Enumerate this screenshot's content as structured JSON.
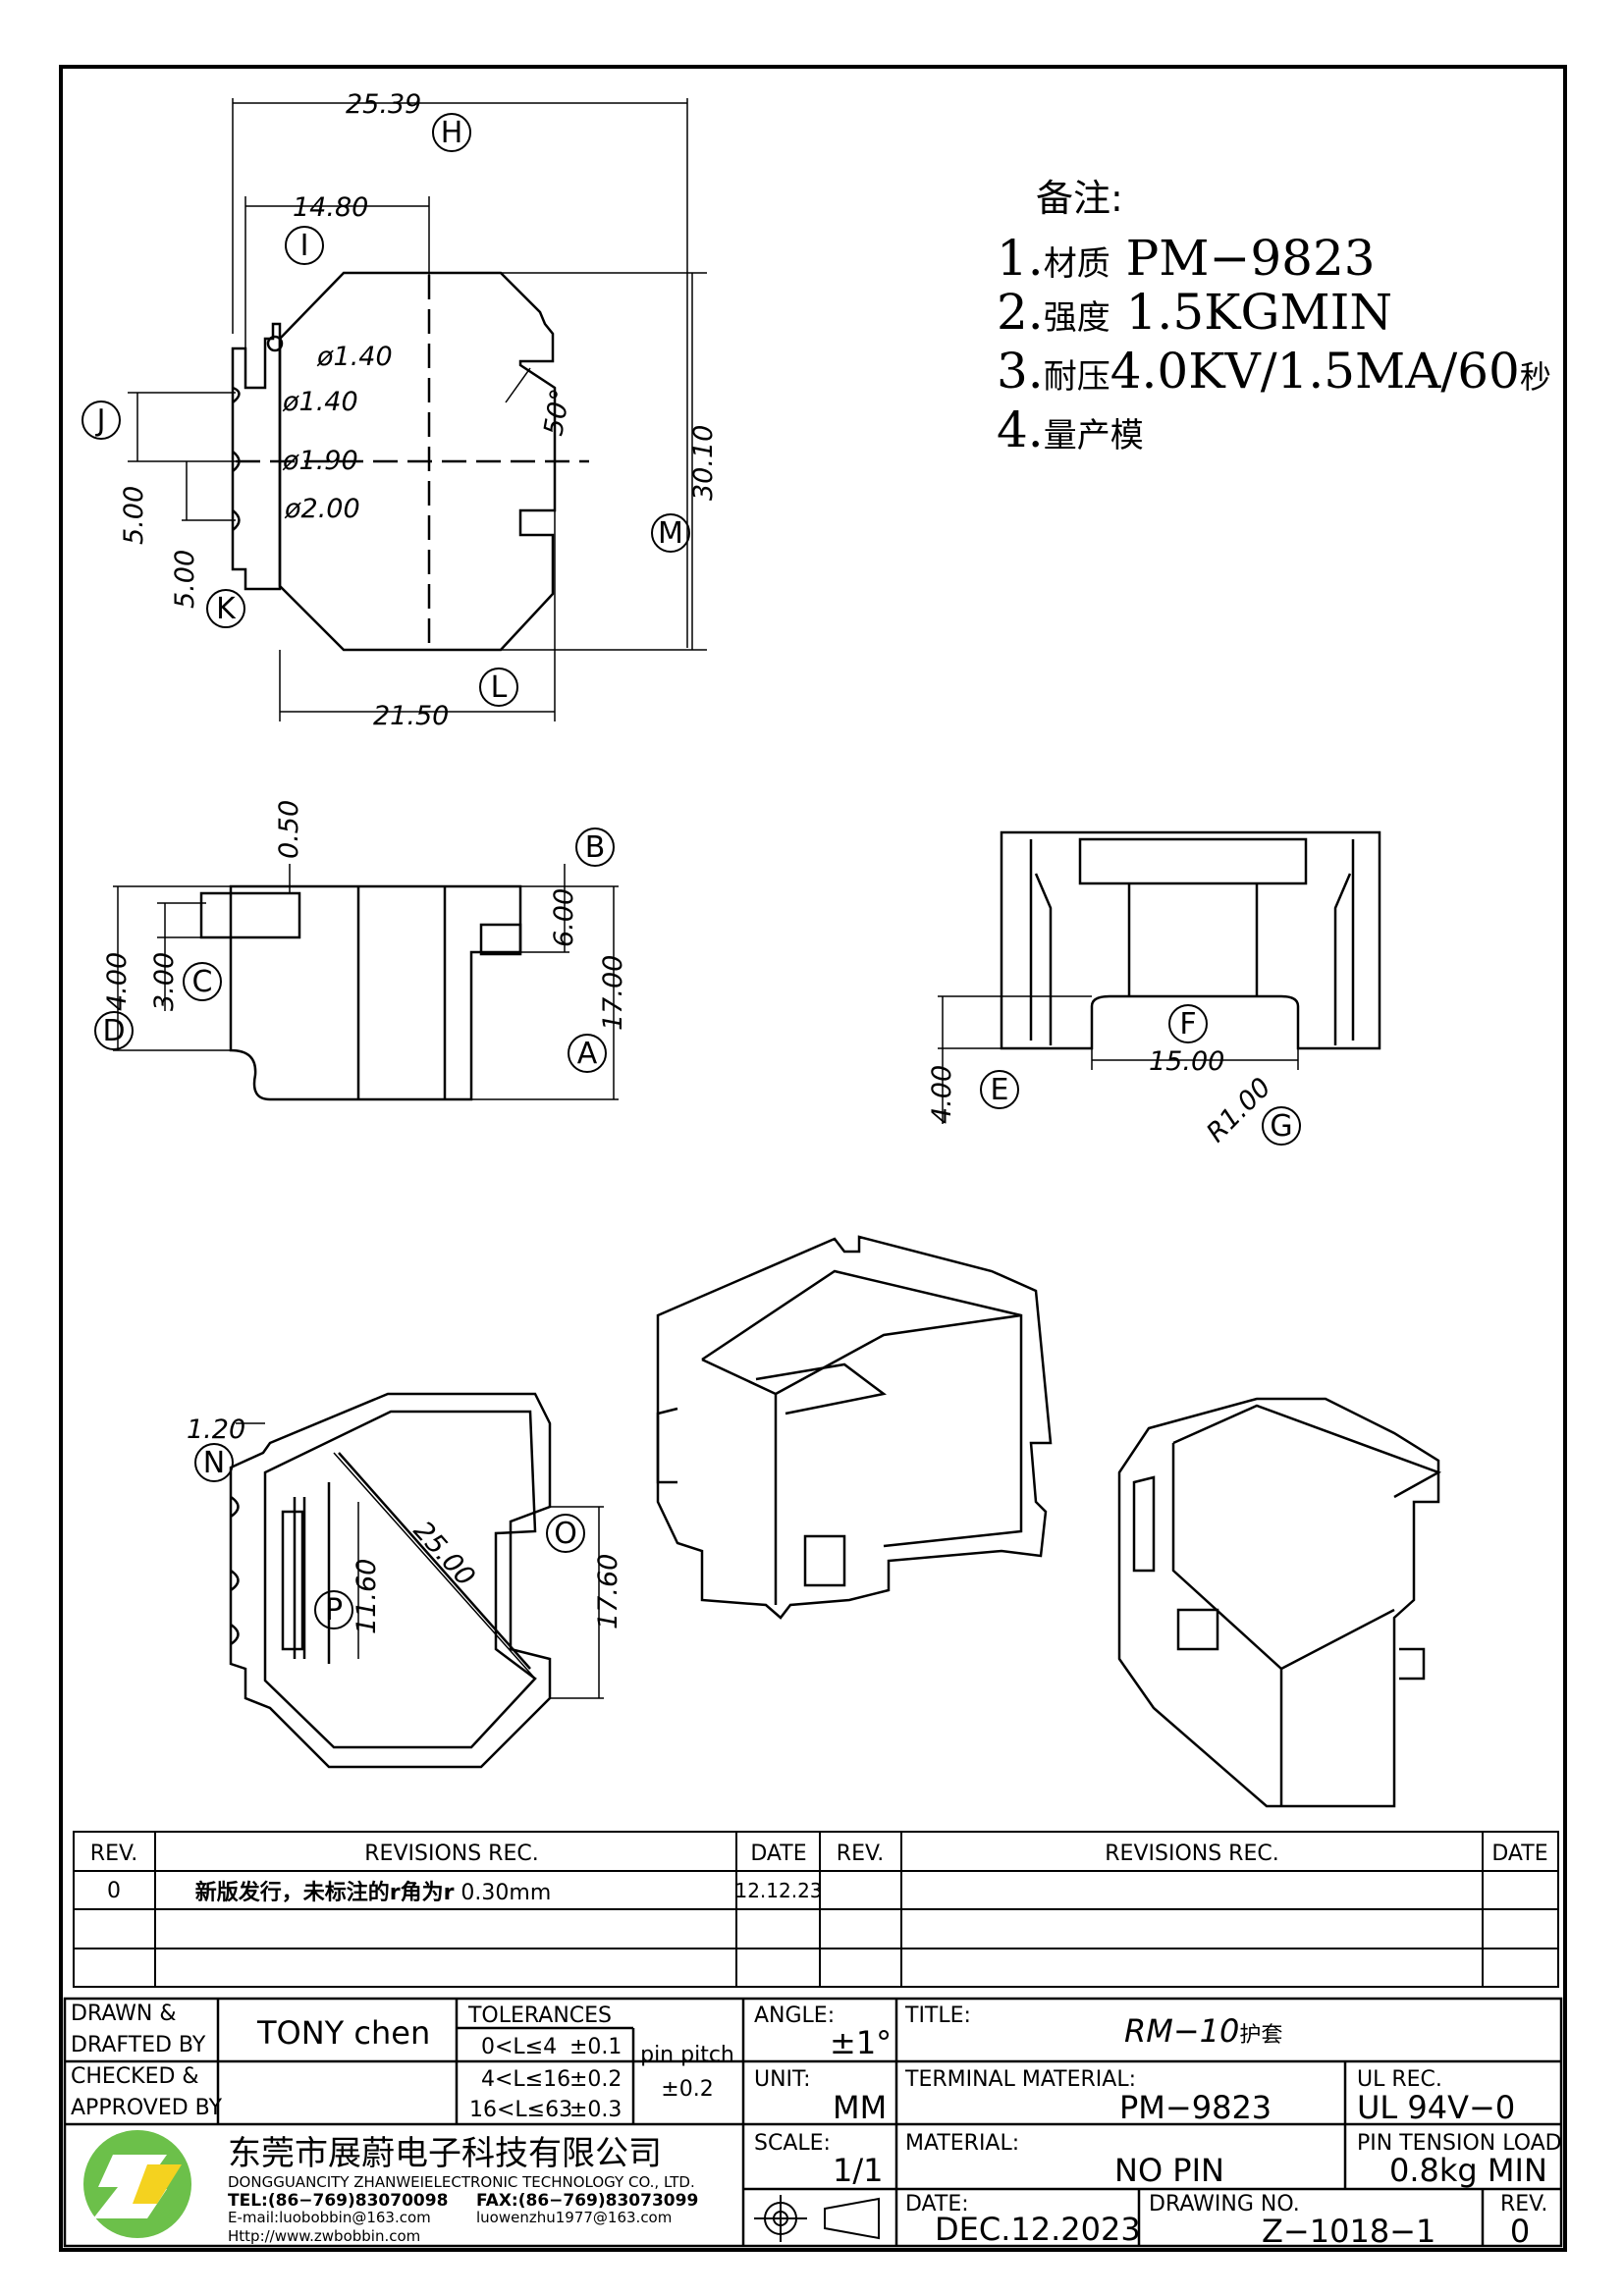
{
  "notes": {
    "heading": "备注:",
    "items": [
      {
        "num": "1.",
        "label": "材质",
        "value": " PM−9823"
      },
      {
        "num": "2.",
        "label": "强度",
        "value": " 1.5KGMIN"
      },
      {
        "num": "3.",
        "label": "耐压",
        "value": "4.0KV/1.5MA/60",
        "suffix": "秒"
      },
      {
        "num": "4.",
        "label": "量产模",
        "value": ""
      }
    ]
  },
  "top_view": {
    "dims": {
      "d25_39": "25.39",
      "d14_80": "14.80",
      "d30_10": "30.10",
      "d21_50": "21.50",
      "d5_00a": "5.00",
      "d5_00b": "5.00",
      "angle": "50°"
    },
    "holes": [
      "ø1.40",
      "ø1.40",
      "ø1.90",
      "ø2.00"
    ],
    "callouts": {
      "H": "H",
      "I": "I",
      "J": "J",
      "K": "K",
      "L": "L",
      "M": "M"
    }
  },
  "side_view": {
    "dims": {
      "d0_50": "0.50",
      "d6_00": "6.00",
      "d4_00": "4.00",
      "d3_00": "3.00",
      "d17_00": "17.00"
    },
    "callouts": {
      "A": "A",
      "B": "B",
      "C": "C",
      "D": "D"
    }
  },
  "front_view": {
    "dims": {
      "d4_00": "4.00",
      "d15_00": "15.00",
      "r1_00": "R1.00"
    },
    "callouts": {
      "E": "E",
      "F": "F",
      "G": "G"
    }
  },
  "bottom_view": {
    "dims": {
      "d1_20": "1.20",
      "d25_00": "25.00",
      "d11_60": "11.60",
      "d17_60": "17.60"
    },
    "callouts": {
      "N": "N",
      "O": "O",
      "P": "P"
    }
  },
  "revisions": {
    "headers": {
      "rev": "REV.",
      "revisions": "REVISIONS  REC.",
      "date": "DATE"
    },
    "rows": [
      {
        "rev": "0",
        "text": "新版发行，未标注的r角为r",
        "value": " 0.30mm",
        "date": "12.12.23"
      }
    ]
  },
  "title_block": {
    "drawn_label1": "DRAWN &",
    "drawn_label2": "DRAFTED BY",
    "drawn_value": "TONY chen",
    "checked_label1": "CHECKED &",
    "checked_label2": "APPROVED BY",
    "tolerances_label": "TOLERANCES",
    "tol_rows": [
      {
        "range": "0<L≤4",
        "tol": "±0.1"
      },
      {
        "range": "4<L≤16",
        "tol": "±0.2"
      },
      {
        "range": "16<L≤63",
        "tol": "±0.3"
      }
    ],
    "pin_pitch_label": "pin pitch",
    "pin_pitch_value": "±0.2",
    "angle_label": "ANGLE:",
    "angle_value": "±1°",
    "unit_label": "UNIT:",
    "unit_value": "MM",
    "scale_label": "SCALE:",
    "scale_value": "1/1",
    "title_label": "TITLE:",
    "title_value": "RM−10",
    "title_suffix": "护套",
    "terminal_label": "TERMINAL MATERIAL:",
    "terminal_value": "PM−9823",
    "ul_label": "UL REC.",
    "ul_value": "UL 94V−0",
    "material_label": "MATERIAL:",
    "material_value": "NO PIN",
    "pin_tension_label": "PIN TENSION LOAD:",
    "pin_tension_value": "0.8kg MIN",
    "date_label": "DATE:",
    "date_value": "DEC.12.2023",
    "drawing_no_label": "DRAWING NO.",
    "drawing_no_value": "Z−1018−1",
    "rev_label": "REV.",
    "rev_value": "0"
  },
  "company": {
    "name_cn": "东莞市展蔚电子科技有限公司",
    "name_en": "DONGGUANCITY ZHANWEIELECTRONIC TECHNOLOGY CO., LTD.",
    "tel": "TEL:(86−769)83070098",
    "fax": "FAX:(86−769)83073099",
    "email": "E-mail:luobobbin@163.com",
    "email2": "luowenzhu1977@163.com",
    "web": "Http://www.zwbobbin.com"
  },
  "colors": {
    "line": "#000000",
    "logo_green": "#6cc04a",
    "logo_yellow": "#f4d21f",
    "background": "#ffffff"
  }
}
